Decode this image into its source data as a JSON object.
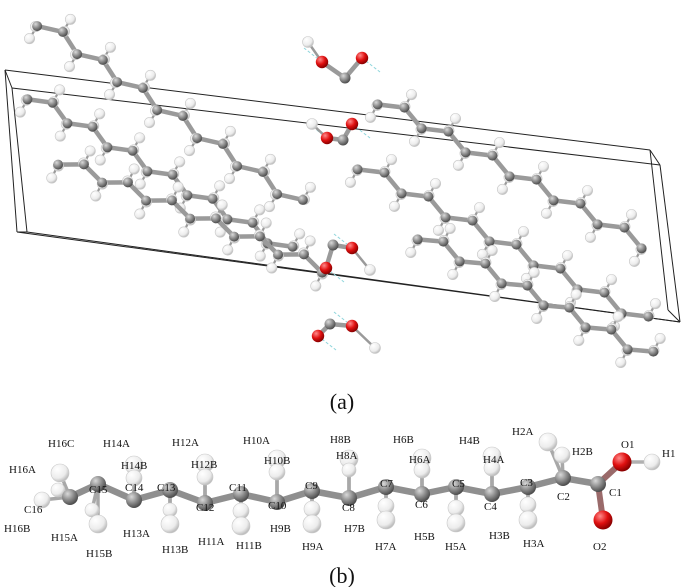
{
  "figure": {
    "panel_a_label": "(a)",
    "panel_b_label": "(b)"
  },
  "colors": {
    "carbon": "#8c8c8c",
    "carbon_dark": "#5e5e5e",
    "hydrogen": "#f4f4f4",
    "hydrogen_edge": "#c9c9c9",
    "oxygen": "#d81010",
    "bond": "#9a9a9a",
    "hbond": "#8fd6dc",
    "cell_edge": "#222222"
  },
  "atom_labels": [
    "H16C",
    "H14A",
    "H12A",
    "H10A",
    "H8B",
    "H6B",
    "H4B",
    "H2A",
    "O1",
    "H1",
    "H16A",
    "H14B",
    "H12B",
    "H10B",
    "H8A",
    "H6A",
    "H4A",
    "H2B",
    "C15",
    "C14",
    "C13",
    "C12",
    "C11",
    "C10",
    "C9",
    "C8",
    "C7",
    "C6",
    "C5",
    "C4",
    "C3",
    "C2",
    "C1",
    "C16",
    "H16B",
    "H15A",
    "H15B",
    "H13A",
    "H13B",
    "H11A",
    "H11B",
    "H9B",
    "H9A",
    "H7B",
    "H7A",
    "H5B",
    "H5A",
    "H3B",
    "H3A",
    "O2"
  ]
}
